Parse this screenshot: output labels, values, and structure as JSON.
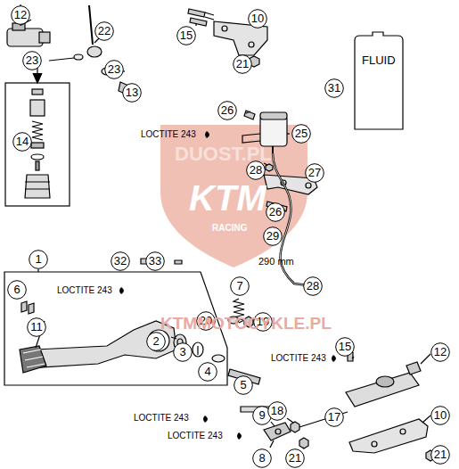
{
  "diagram": {
    "nodes": [
      {
        "text": [
          "12"
        ]
      },
      {
        "text": [
          "22"
        ]
      },
      {
        "text": [
          "15"
        ]
      },
      {
        "text": [
          "10"
        ]
      },
      {
        "text": [
          "31"
        ]
      },
      {
        "text": [
          "23"
        ]
      },
      {
        "text": [
          "23"
        ]
      },
      {
        "text": [
          "21"
        ]
      },
      {
        "text": [
          "13"
        ]
      },
      {
        "text": [
          "14"
        ]
      },
      {
        "text": [
          "26"
        ]
      },
      {
        "text": [
          "25"
        ]
      },
      {
        "text": [
          "28"
        ]
      },
      {
        "text": [
          "27"
        ]
      },
      {
        "text": [
          "26"
        ]
      },
      {
        "text": [
          "29"
        ]
      },
      {
        "text": [
          "1"
        ]
      },
      {
        "text": [
          "6"
        ]
      },
      {
        "text": [
          "32"
        ]
      },
      {
        "text": [
          "33"
        ]
      },
      {
        "text": [
          "7"
        ]
      },
      {
        "text": [
          "28"
        ]
      },
      {
        "text": [
          "11"
        ]
      },
      {
        "text": [
          "2"
        ]
      },
      {
        "text": [
          "3"
        ]
      },
      {
        "text": [
          "20"
        ]
      },
      {
        "text": [
          "19"
        ]
      },
      {
        "text": [
          "4"
        ]
      },
      {
        "text": [
          "5"
        ]
      },
      {
        "text": [
          "15"
        ]
      },
      {
        "text": [
          "12"
        ]
      },
      {
        "text": [
          "9"
        ]
      },
      {
        "text": [
          "18"
        ]
      },
      {
        "text": [
          "17"
        ]
      },
      {
        "text": [
          "10"
        ]
      },
      {
        "text": [
          "8"
        ]
      },
      {
        "text": [
          "21"
        ]
      },
      {
        "text": [
          "21"
        ]
      }
    ],
    "labels": [
      "DUOST.PL",
      "KTM",
      "RACING",
      "KTMMOTOCYKLE.PL",
      "FLUID",
      "LOCTITE 243",
      "290 mm",
      "LOCTITE 243",
      "LOCTITE 243",
      "LOCTITE 243",
      "LOCTITE 243"
    ]
  }
}
